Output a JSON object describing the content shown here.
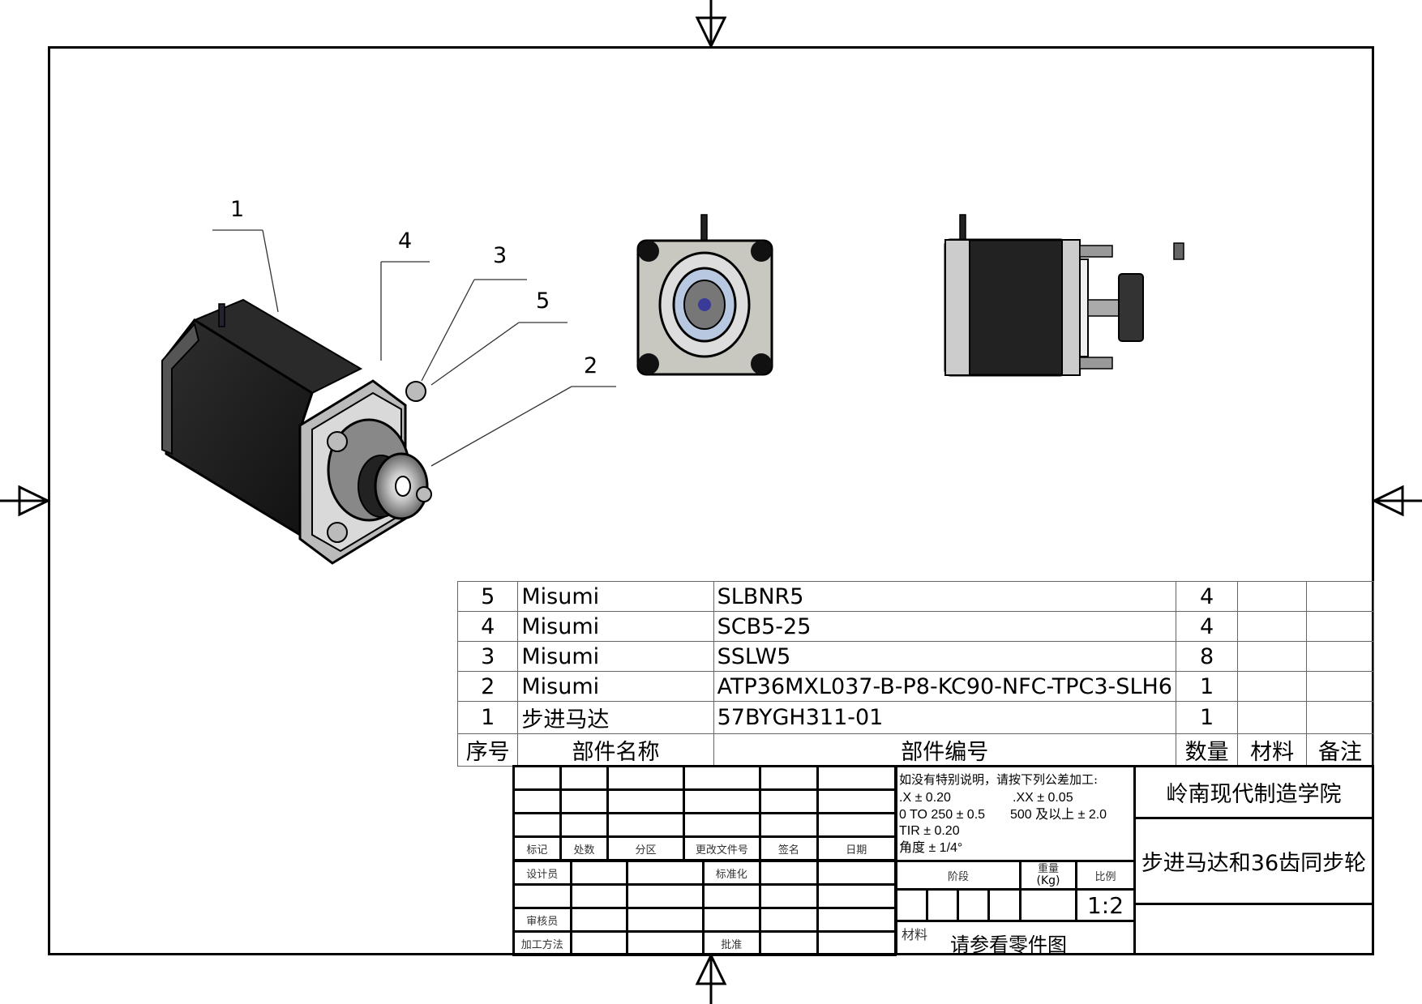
{
  "sheet": {
    "scale": "1:2",
    "school": "岭南现代制造学院",
    "title": "步进马达和36齿同步轮",
    "material_label": "材料",
    "material_value": "请参看零件图"
  },
  "callouts": [
    "1",
    "4",
    "3",
    "5",
    "2"
  ],
  "bom": {
    "headers": {
      "no": "序号",
      "name": "部件名称",
      "part": "部件编号",
      "qty": "数量",
      "material": "材料",
      "remark": "备注"
    },
    "rows": [
      {
        "no": "5",
        "name": "Misumi",
        "part": "SLBNR5",
        "qty": "4",
        "material": "",
        "remark": ""
      },
      {
        "no": "4",
        "name": "Misumi",
        "part": "SCB5-25",
        "qty": "4",
        "material": "",
        "remark": ""
      },
      {
        "no": "3",
        "name": "Misumi",
        "part": "SSLW5",
        "qty": "8",
        "material": "",
        "remark": ""
      },
      {
        "no": "2",
        "name": "Misumi",
        "part": "ATP36MXL037-B-P8-KC90-NFC-TPC3-SLH6",
        "qty": "1",
        "material": "",
        "remark": ""
      },
      {
        "no": "1",
        "name": "步进马达",
        "part": "57BYGH311-01",
        "qty": "1",
        "material": "",
        "remark": ""
      }
    ]
  },
  "revision_block": {
    "headers": [
      "标记",
      "处数",
      "分区",
      "更改文件号",
      "签名",
      "日期"
    ],
    "designer": "设计员",
    "standardization": "标准化",
    "reviewer": "审核员",
    "process": "加工方法",
    "approval": "批准"
  },
  "tolerance": {
    "heading": "如没有特别说明，请按下列公差加工:",
    "x": ".X ± 0.20",
    "xx": ".XX ± 0.05",
    "range1": "0 TO 250 ± 0.5",
    "range2": "500 及以上 ± 2.0",
    "tir": "TIR ± 0.20",
    "angle": "角度 ± 1/4°"
  },
  "info_block": {
    "stage": "阶段",
    "weight": "重量",
    "weight_unit": "(Kg)",
    "scale_label": "比例"
  }
}
